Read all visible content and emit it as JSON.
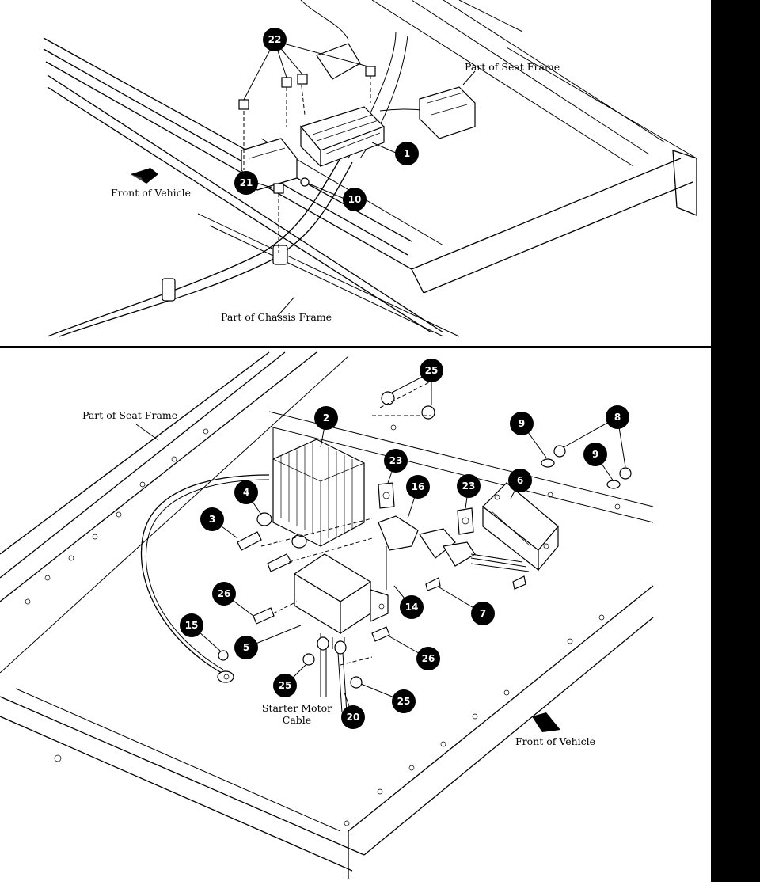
{
  "top_panel": {
    "labels": {
      "seat_frame": "Part of Seat Frame",
      "front_of_vehicle": "Front of Vehicle",
      "chassis_frame": "Part of Chassis Frame"
    },
    "callouts": [
      "22",
      "1",
      "21",
      "10"
    ]
  },
  "bottom_panel": {
    "labels": {
      "seat_frame": "Part of Seat Frame",
      "starter_cable_line1": "Starter Motor",
      "starter_cable_line2": "Cable",
      "front_of_vehicle": "Front of Vehicle"
    },
    "callouts": [
      "25",
      "2",
      "9",
      "8",
      "9",
      "23",
      "16",
      "23",
      "6",
      "4",
      "3",
      "26",
      "14",
      "7",
      "15",
      "5",
      "26",
      "25",
      "25",
      "20"
    ]
  },
  "colors": {
    "ink": "#000000",
    "paper": "#ffffff",
    "side_bar": "#000000"
  }
}
